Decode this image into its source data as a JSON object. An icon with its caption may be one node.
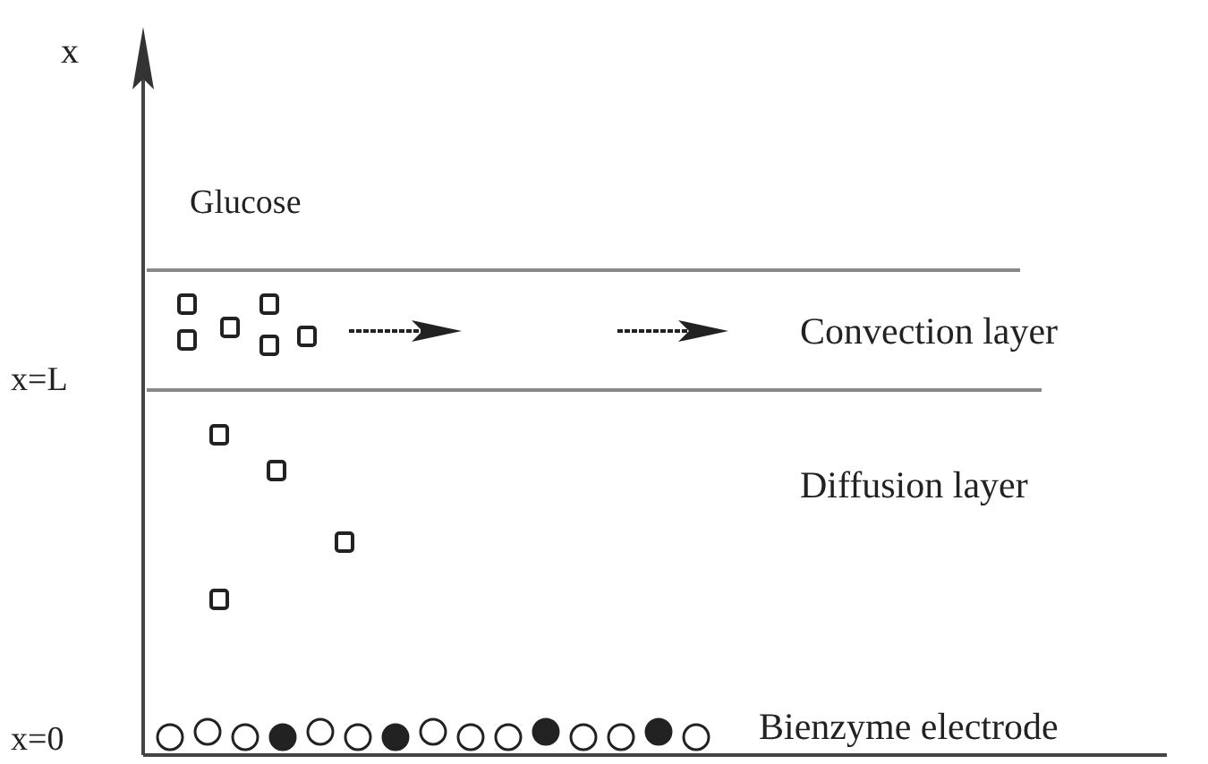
{
  "diagram": {
    "labels": [
      "x",
      "Glucose",
      "x=L",
      "Convection layer",
      "Diffusion layer",
      "x=0",
      "Bienzyme electrode"
    ]
  }
}
